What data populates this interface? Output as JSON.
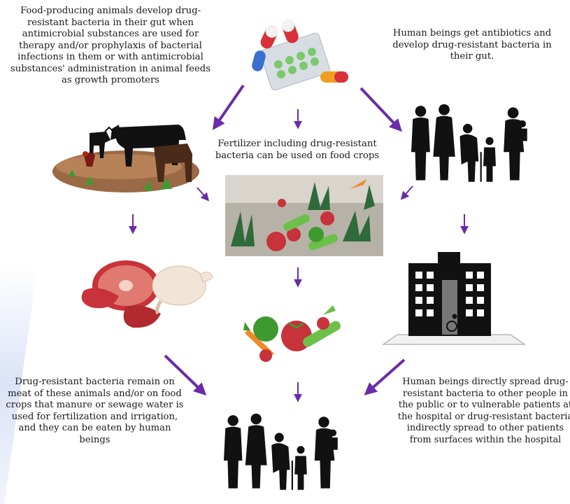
{
  "texts": {
    "animals_resistance": "Food-producing animals develop drug-resistant bacteria in their gut when antimicrobial substances are used for therapy and/or prophylaxis of bacterial infections in them or with antimicrobial substances' administration in animal feeds as growth promoters",
    "humans_antibiotics": "Human beings get antibiotics and develop drug-resistant bacteria in their gut.",
    "fertilizer": "Fertilizer including drug-resistant bacteria can be used on food crops",
    "meat_crops": "Drug-resistant bacteria remain on meat of these animals and/or on food crops that manure or sewage water is used for fertilization and irrigation, and they can be eaten by human beings",
    "human_spread": "Human beings directly spread drug-resistant bacteria to other people in the public or to vulnerable patients at the hospital or drug-resistant bacteria indirectly spread to other patients from surfaces within the hospital"
  },
  "illustrations": [
    "pills-icon",
    "livestock-icon",
    "human-family-icon",
    "crops-field-icon",
    "meat-poultry-icon",
    "hospital-icon",
    "vegetables-icon",
    "human-family-bottom-icon"
  ],
  "colors": {
    "arrow": "#6a2ca8",
    "silhouette": "#111111",
    "meat": "#c8323a",
    "vegetable": "#3e9a2e",
    "soil": "#8a5a3a"
  }
}
